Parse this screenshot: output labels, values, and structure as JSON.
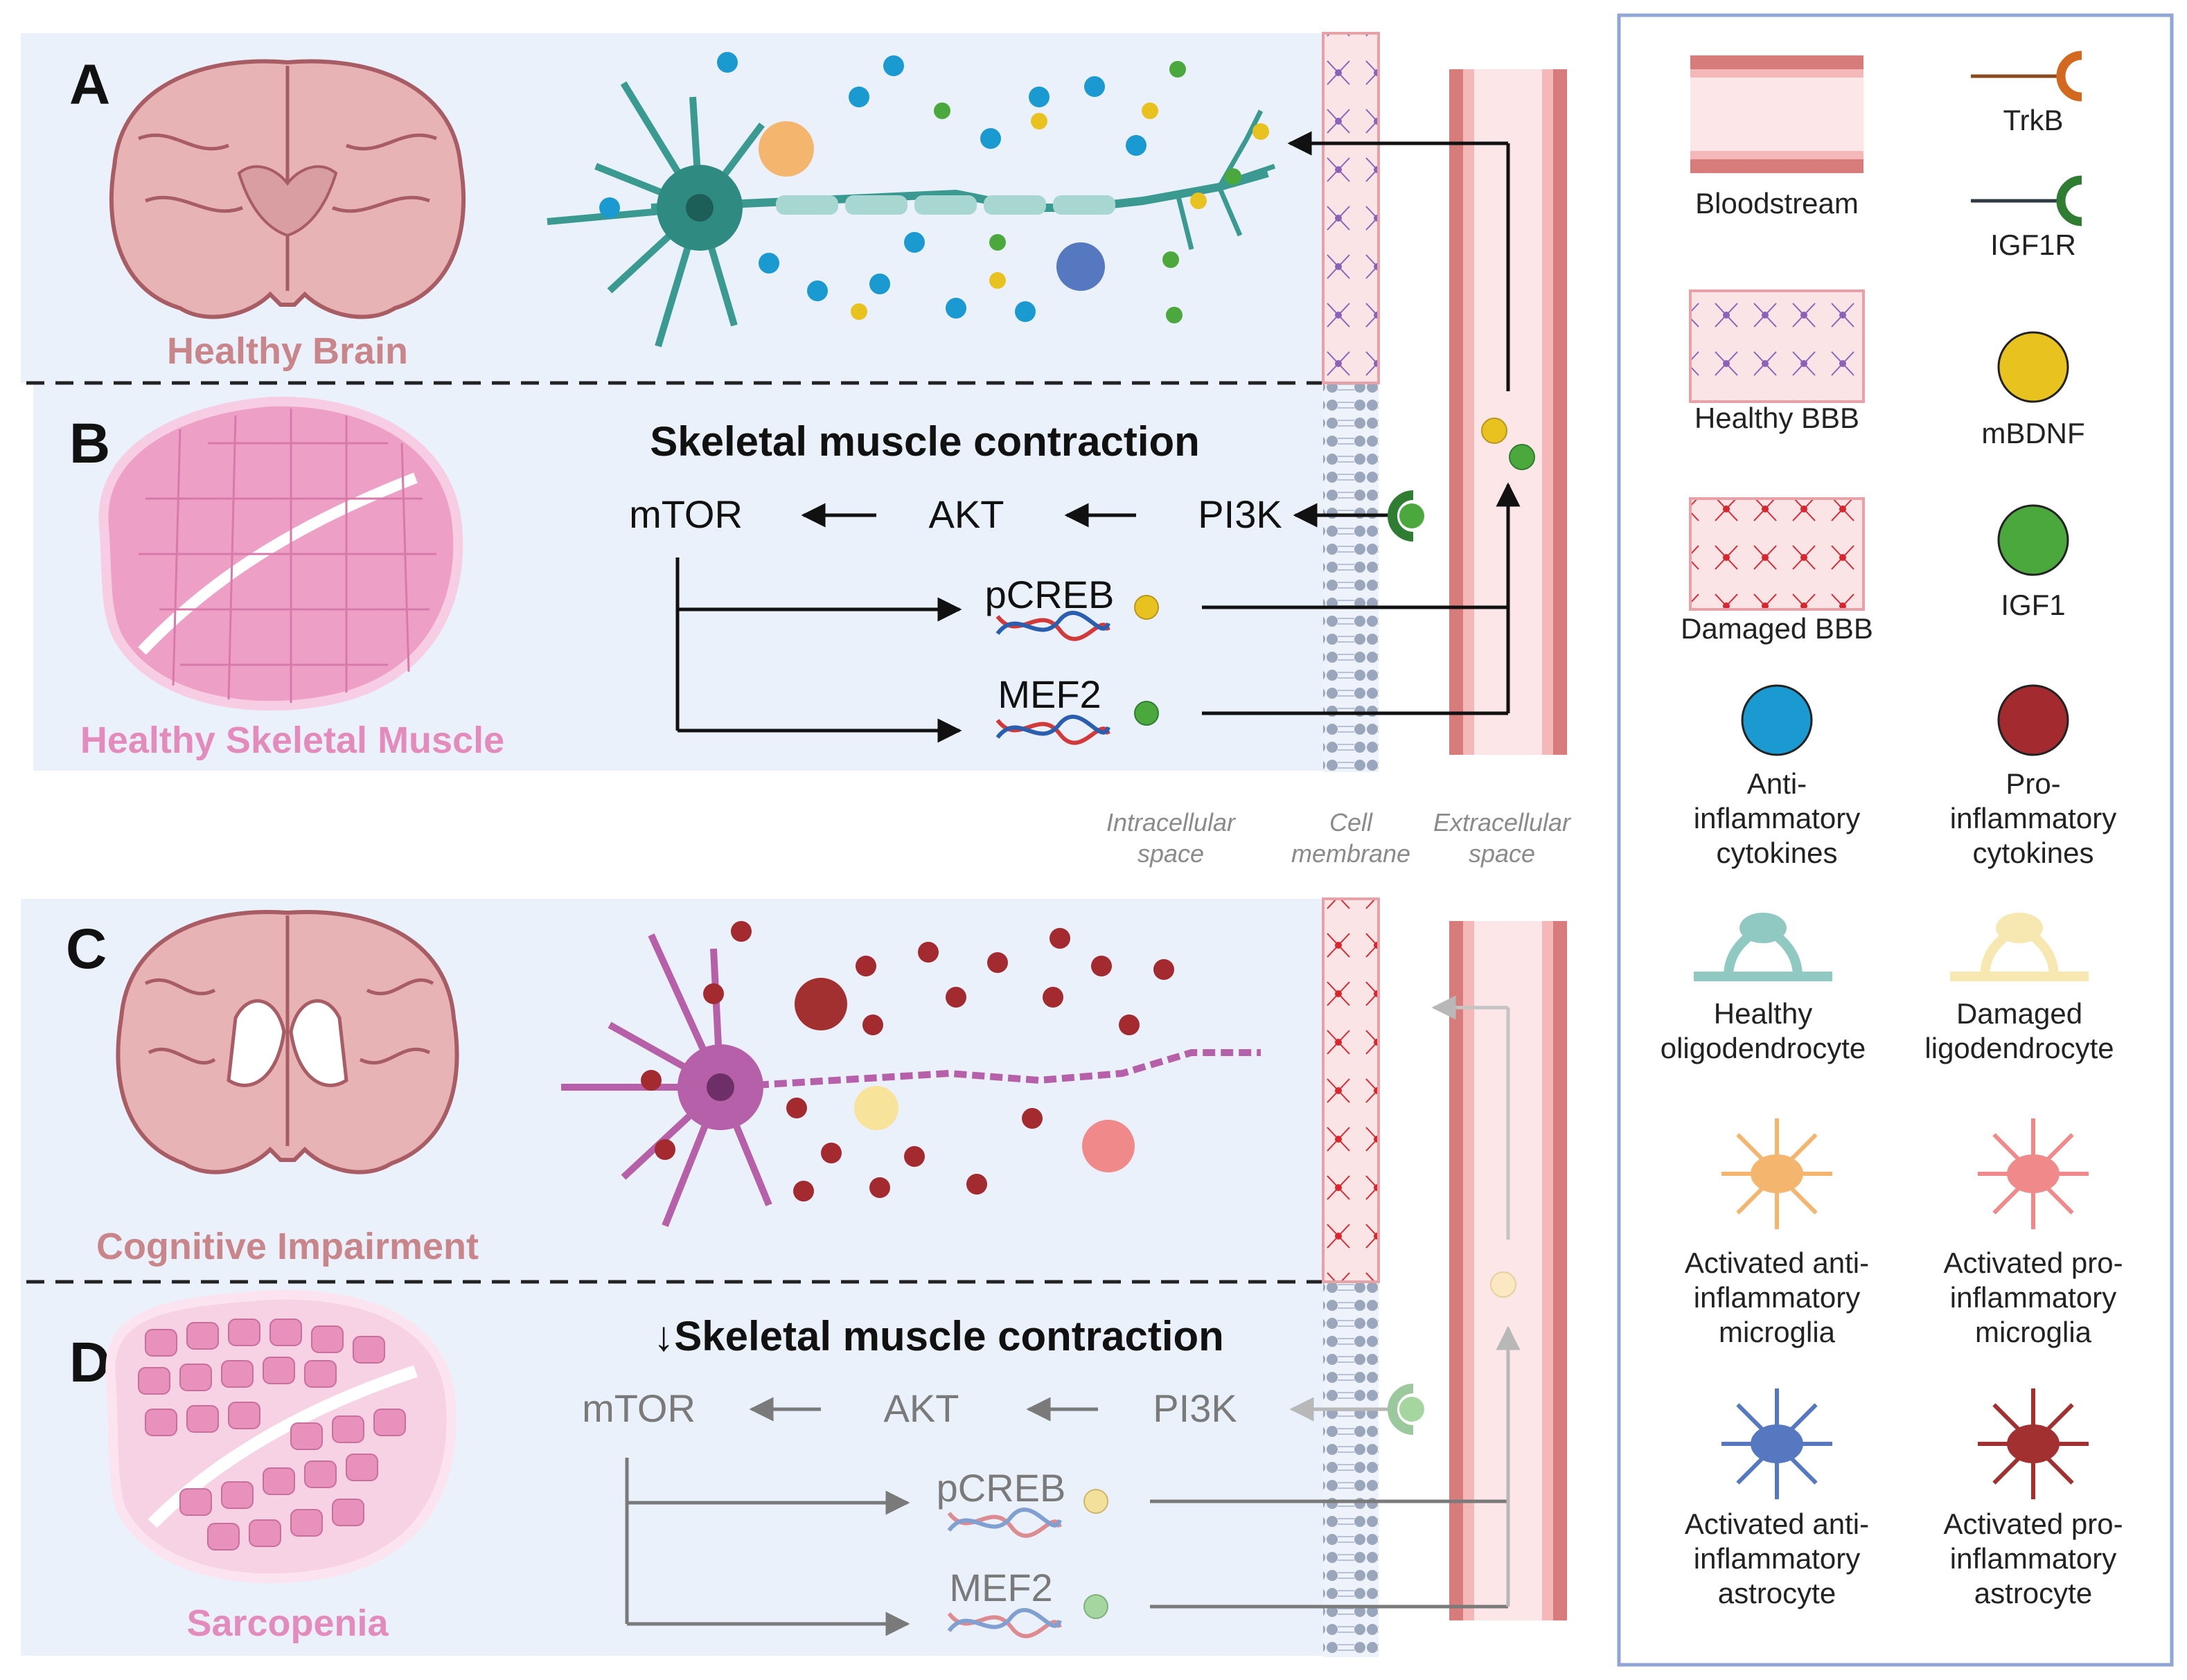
{
  "panels": {
    "A": {
      "letter": "A",
      "caption": "Healthy Brain"
    },
    "B": {
      "letter": "B",
      "caption": "Healthy Skeletal Muscle",
      "title": "Skeletal muscle contraction"
    },
    "C": {
      "letter": "C",
      "caption": "Cognitive Impairment"
    },
    "D": {
      "letter": "D",
      "caption": "Sarcopenia",
      "title": "↓Skeletal muscle contraction"
    }
  },
  "pathway": {
    "mtor": "mTOR",
    "akt": "AKT",
    "pi3k": "PI3K",
    "pcreb": "pCREB",
    "mef2": "MEF2"
  },
  "regions": {
    "intracellular": [
      "Intracellular",
      "space"
    ],
    "membrane": [
      "Cell",
      "membrane"
    ],
    "extracellular": [
      "Extracellular",
      "space"
    ]
  },
  "legend": [
    {
      "icon": "bloodstream",
      "lines": [
        "Bloodstream"
      ]
    },
    {
      "icon": "trkb-receptor",
      "lines": [
        "TrkB"
      ]
    },
    {
      "icon": "igf1r-receptor",
      "lines": [
        "IGF1R"
      ]
    },
    {
      "icon": "healthy-bbb",
      "lines": [
        "Healthy BBB"
      ]
    },
    {
      "icon": "mbdnf",
      "lines": [
        "mBDNF"
      ]
    },
    {
      "icon": "damaged-bbb",
      "lines": [
        "Damaged BBB"
      ]
    },
    {
      "icon": "igf1",
      "lines": [
        "IGF1"
      ]
    },
    {
      "icon": "anti-inflammatory-cytokines",
      "lines": [
        "Anti-",
        "inflammatory",
        "cytokines"
      ]
    },
    {
      "icon": "pro-inflammatory-cytokines",
      "lines": [
        "Pro-",
        "inflammatory",
        "cytokines"
      ]
    },
    {
      "icon": "healthy-oligodendrocyte",
      "lines": [
        "Healthy",
        "oligodendrocyte"
      ]
    },
    {
      "icon": "damaged-oligodendrocyte",
      "lines": [
        "Damaged",
        "ligodendrocyte"
      ]
    },
    {
      "icon": "anti-inflammatory-microglia",
      "lines": [
        "Activated anti-",
        "inflammatory",
        "microglia"
      ]
    },
    {
      "icon": "pro-inflammatory-microglia",
      "lines": [
        "Activated pro-",
        "inflammatory",
        "microglia"
      ]
    },
    {
      "icon": "anti-inflammatory-astrocyte",
      "lines": [
        "Activated anti-",
        "inflammatory",
        "astrocyte"
      ]
    },
    {
      "icon": "pro-inflammatory-astrocyte",
      "lines": [
        "Activated pro-",
        "inflammatory",
        "astrocyte"
      ]
    }
  ],
  "colors": {
    "panel_bg": "#eaf1fa",
    "legend_border": "#8fa6d6",
    "brain": "#c98a8e",
    "muscle": "#e08ab8",
    "neuron_healthy": "#3a9a92",
    "neuron_impaired": "#b560a8",
    "mbdnf": "#e8c21e",
    "igf1": "#4aa83d",
    "anti_cytokine": "#1a9ad0",
    "pro_cytokine": "#a32a2e",
    "vessel": "#d77b7b"
  }
}
